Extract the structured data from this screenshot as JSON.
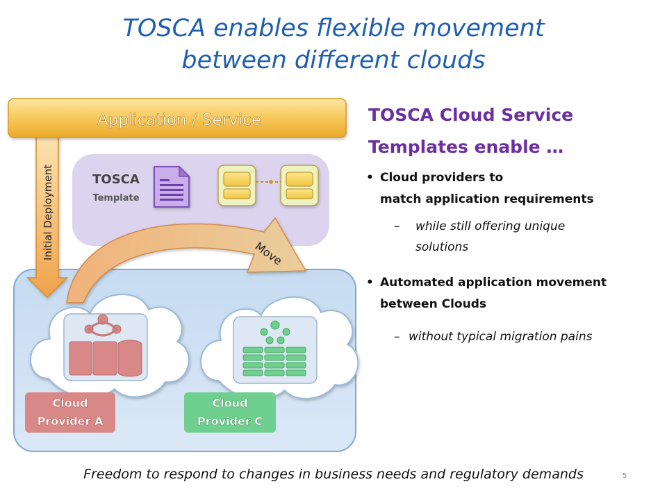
{
  "title_line1": "TOSCA enables flexible movement",
  "title_line2": "between different clouds",
  "diagram": {
    "app_bar_label": "Application / Service",
    "initial_deployment_label": "Initial Deployment",
    "tosca_label": "TOSCA",
    "template_label": "Template",
    "move_label": "Move",
    "provider_a": [
      "Cloud",
      "Provider A"
    ],
    "provider_c": [
      "Cloud",
      "Provider C"
    ],
    "colors": {
      "app_bar": "#f5c04a",
      "provider_a": "#d98888",
      "provider_c": "#6fcf8f",
      "tosca_area": "#dcd3ee",
      "cloud_region": "#cfe0f3"
    }
  },
  "right_panel": {
    "heading_line1": "TOSCA Cloud Service",
    "heading_line2": "Templates enable …",
    "bullets": [
      {
        "marker": "•",
        "lines": [
          "Cloud providers to",
          "match application requirements"
        ]
      },
      {
        "marker": "•",
        "lines": [
          "Automated application movement",
          "between Clouds"
        ]
      }
    ],
    "subbullets": [
      {
        "marker": "–",
        "lines": [
          "while still offering unique",
          "solutions"
        ]
      },
      {
        "marker": "–",
        "lines": [
          "without typical migration pains"
        ]
      }
    ]
  },
  "footer": "Freedom to respond to changes in business needs and regulatory demands",
  "page_number": "5"
}
